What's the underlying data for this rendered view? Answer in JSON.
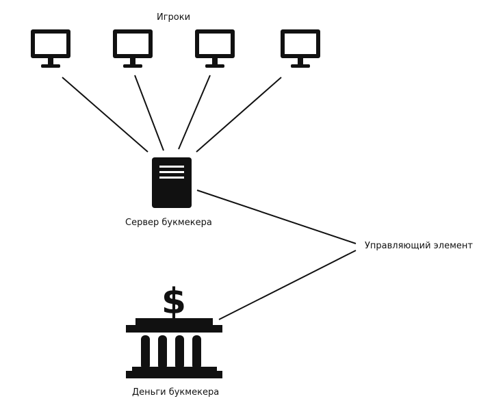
{
  "labels": {
    "players": "Игроки",
    "server": "Сервер букмекера",
    "control": "Управляющий элемент",
    "money": "Деньги букмекера"
  },
  "icons": {
    "monitor": "monitor-icon",
    "server": "server-icon",
    "bank": "bank-icon",
    "dollar": "$"
  },
  "colors": {
    "ink": "#111111",
    "background": "#ffffff"
  }
}
